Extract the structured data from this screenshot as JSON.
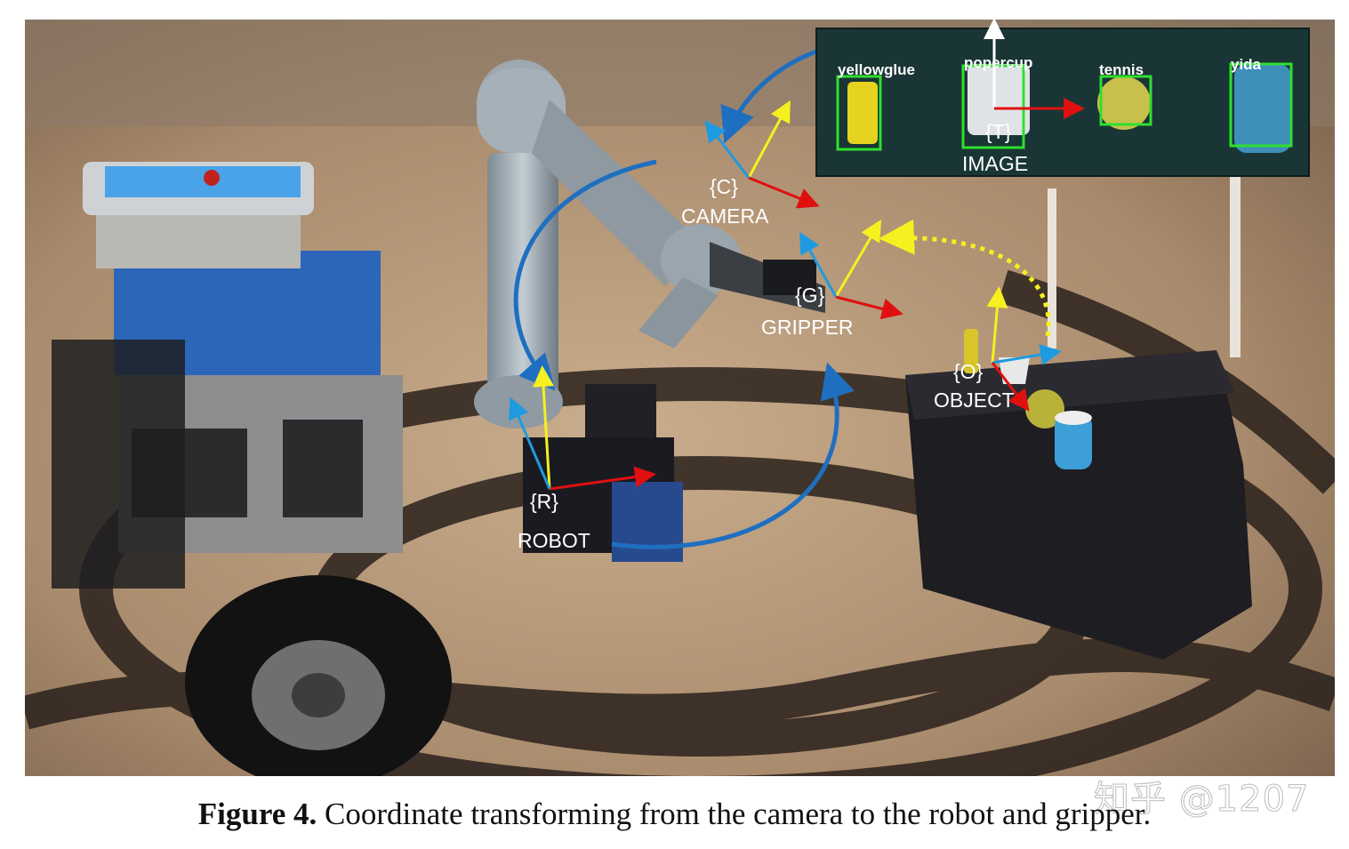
{
  "frames": {
    "camera": {
      "symbol": "{C}",
      "name": "CAMERA"
    },
    "gripper": {
      "symbol": "{G}",
      "name": "GRIPPER"
    },
    "robot": {
      "symbol": "{R}",
      "name": "ROBOT"
    },
    "object": {
      "symbol": "{O}",
      "name": "OBJECT"
    },
    "image": {
      "symbol": "{T}",
      "name": "IMAGE"
    }
  },
  "detections": [
    "yellowglue",
    "popercup",
    "tennis",
    "yida"
  ],
  "caption": {
    "label": "Figure 4.",
    "text": "Coordinate transforming from the camera to the robot and gripper."
  },
  "watermark": "知乎 @1207",
  "colors": {
    "x_axis": "#e01010",
    "y_axis": "#f6f020",
    "z_axis": "#1e9be0",
    "transform_arc": "#1f6fc0",
    "dotted_arc": "#f6f020",
    "detection_box": "#2ee02e"
  }
}
